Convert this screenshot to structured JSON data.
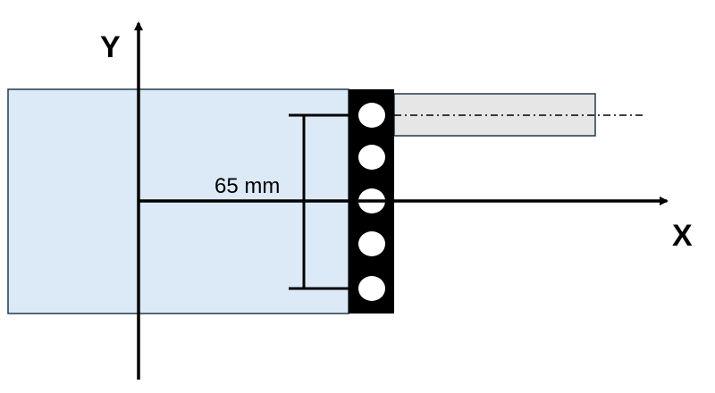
{
  "axes": {
    "y_label": "Y",
    "x_label": "X"
  },
  "dimension": {
    "label": "65 mm"
  },
  "colors": {
    "plate": "#dce9f6",
    "plate_border": "#1f3a4f",
    "rod": "#e6e6e6",
    "strip": "#000000",
    "hole": "#ffffff"
  }
}
